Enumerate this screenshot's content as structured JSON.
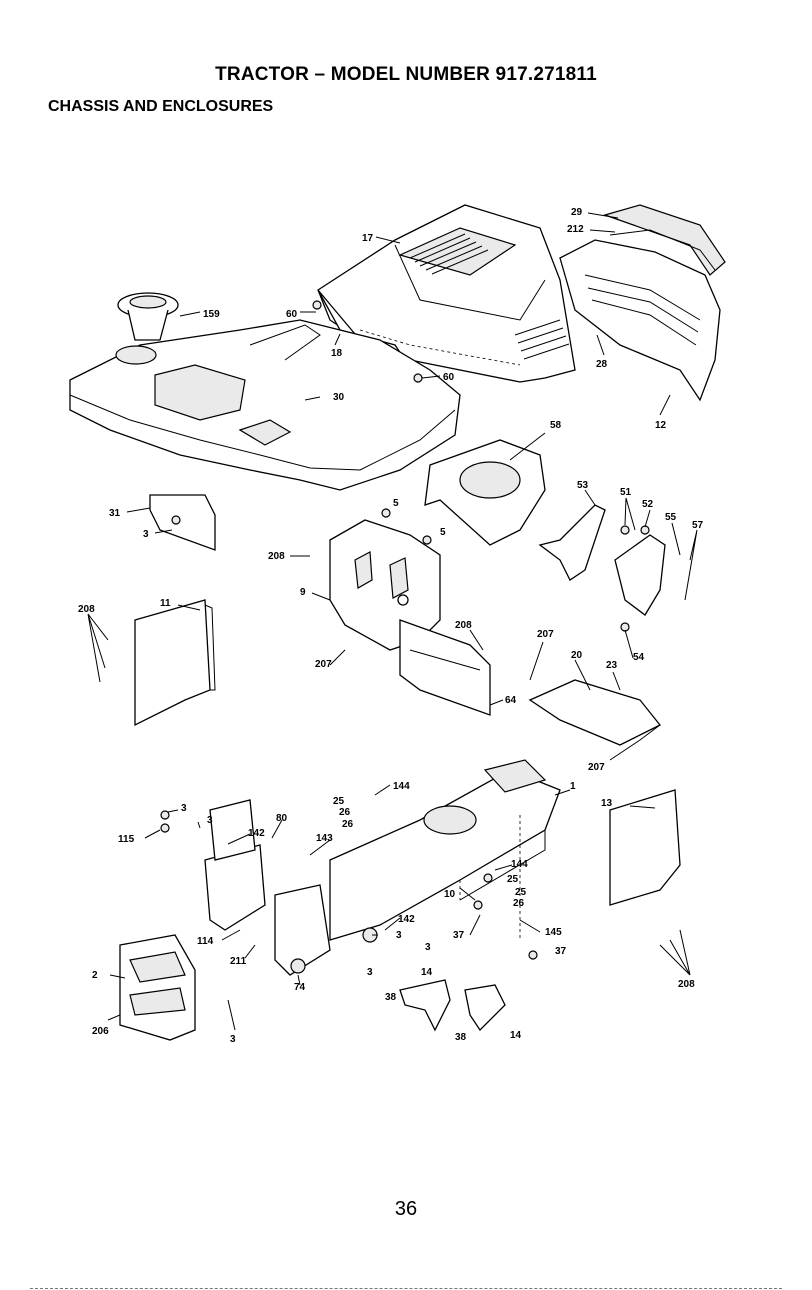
{
  "header": {
    "title": "TRACTOR – MODEL NUMBER 917.271811",
    "subtitle": "CHASSIS AND ENCLOSURES"
  },
  "callouts": {
    "c29": "29",
    "c212": "212",
    "c17": "17",
    "c159": "159",
    "c60a": "60",
    "c60b": "60",
    "c18": "18",
    "c30": "30",
    "c28": "28",
    "c12": "12",
    "c58": "58",
    "c31": "31",
    "c3a": "3",
    "c5a": "5",
    "c5b": "5",
    "c208a": "208",
    "c9": "9",
    "c53": "53",
    "c51": "51",
    "c52": "52",
    "c55": "55",
    "c57": "57",
    "c208b": "208",
    "c11": "11",
    "c207a": "207",
    "c208c": "208",
    "c207b": "207",
    "c20": "20",
    "c23": "23",
    "c54": "54",
    "c64": "64",
    "c207c": "207",
    "c144a": "144",
    "c1": "1",
    "c25a": "25",
    "c26a": "26",
    "c3b": "3",
    "c3c": "3",
    "c80": "80",
    "c142a": "142",
    "c143": "143",
    "c115": "115",
    "c13": "13",
    "c144b": "144",
    "c25b": "25",
    "c26b": "26",
    "c25c": "25",
    "c26c": "26",
    "c10": "10",
    "c142b": "142",
    "c3d": "3",
    "c3e": "3",
    "c37a": "37",
    "c145": "145",
    "c37b": "37",
    "c114": "114",
    "c211": "211",
    "c74": "74",
    "c3f": "3",
    "c14a": "14",
    "c38a": "38",
    "c38b": "38",
    "c14b": "14",
    "c2": "2",
    "c206": "206",
    "c3g": "3",
    "c208d": "208"
  },
  "footer": {
    "page_number": "36"
  }
}
